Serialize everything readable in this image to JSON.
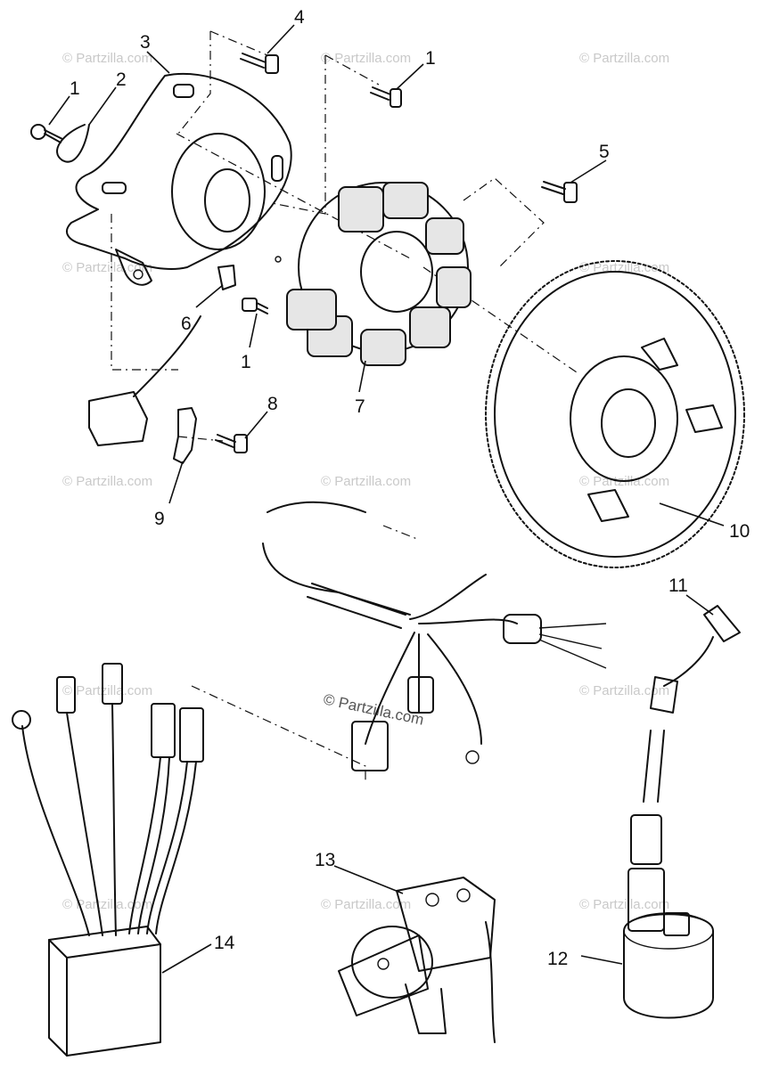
{
  "callouts": {
    "c1a": "1",
    "c2": "2",
    "c3": "3",
    "c4": "4",
    "c1b": "1",
    "c5": "5",
    "c6": "6",
    "c1c": "1",
    "c7": "7",
    "c8": "8",
    "c9": "9",
    "c10": "10",
    "c11": "11",
    "c12": "12",
    "c13": "13",
    "c14": "14"
  },
  "watermark": {
    "faint": "© Partzilla.com",
    "center": "© Partzilla.com"
  }
}
